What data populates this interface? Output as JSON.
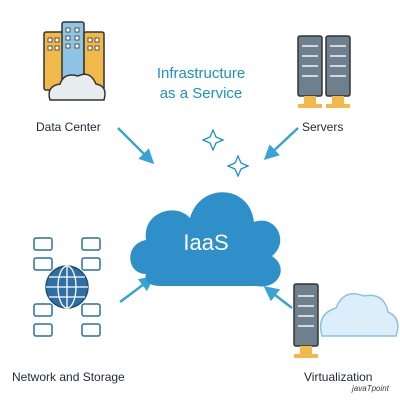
{
  "title": {
    "line1": "Infrastructure",
    "line2": "as a Service"
  },
  "center": {
    "label": "IaaS"
  },
  "nodes": {
    "data_center": "Data Center",
    "servers": "Servers",
    "network_storage": "Network and Storage",
    "virtualization": "Virtualization"
  },
  "brand": "javaTpoint",
  "colors": {
    "accent": "#1e8fc6",
    "cloud": "#2f8fc9",
    "arrow": "#3aa3d6",
    "text": "#1e2a38"
  }
}
